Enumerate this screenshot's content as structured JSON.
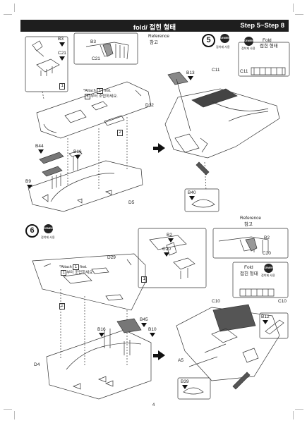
{
  "header": {
    "title": "fold/ 접힌 형태",
    "step_range": "Step 5~Step 8"
  },
  "step5": {
    "number": "5",
    "cement_label": "CEMENT",
    "cement_caption": "접착제 사용",
    "reference_label": "Reference",
    "reference_korean": "참고",
    "attach_note": "*Attach ",
    "attach_first": " first.",
    "attach_korean": "부터 조립하세요.",
    "fold_label": "Fold",
    "fold_korean": "접힌 형태",
    "fold_caption": "접착제 사용",
    "circle_num": "1",
    "circle_num2": "2",
    "parts": {
      "b3": "B3",
      "c21": "C21",
      "d32": "D32",
      "b44": "B44",
      "b16": "B16",
      "b9": "B9",
      "d5": "D5",
      "b13": "B13",
      "c11": "C11",
      "b40": "B40"
    }
  },
  "step6": {
    "number": "6",
    "cement_label": "CEMENT",
    "cement_caption": "접착제 사용",
    "reference_label": "Reference",
    "reference_korean": "참고",
    "attach_note": "*Attach ",
    "attach_first": " first.",
    "attach_korean": "부터 조립하세요.",
    "fold_label": "Fold",
    "fold_korean": "접힌 형태",
    "fold_caption": "접착제 사용",
    "circle_num": "1",
    "circle_num2": "2",
    "parts": {
      "b2": "B2",
      "c20": "C20",
      "d29": "D29",
      "b16": "B16",
      "b45": "B45",
      "b10": "B10",
      "d4": "D4",
      "c10": "C10",
      "b12": "B12",
      "a5": "A5",
      "b39": "B39"
    }
  },
  "page_number": "4"
}
